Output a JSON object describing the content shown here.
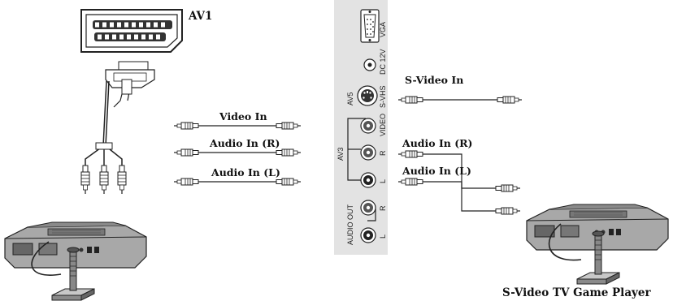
{
  "labels": {
    "av1": "AV1",
    "video_in": "Video In",
    "audio_in_r_left": "Audio In (R)",
    "audio_in_l_left": "Audio In (L)",
    "s_video_in": "S-Video In",
    "audio_in_r_right": "Audio In (R)",
    "audio_in_l_right": "Audio In (L)",
    "s_video_game_player": "S-Video TV Game Player"
  },
  "panel": {
    "vga": "VGA",
    "dc12v": "DC 12V",
    "av5": "AV5",
    "s_vhs": "S-VHS",
    "av3": "AV3",
    "video": "VIDEO",
    "r": "R",
    "l": "L",
    "audio_out": "AUDIO OUT",
    "audio_out_r": "R",
    "audio_out_l": "L"
  },
  "colors": {
    "line": "#222222",
    "panel_bg": "#e3e3e3",
    "device_fill": "#9a9a9a",
    "device_dark": "#555555"
  }
}
